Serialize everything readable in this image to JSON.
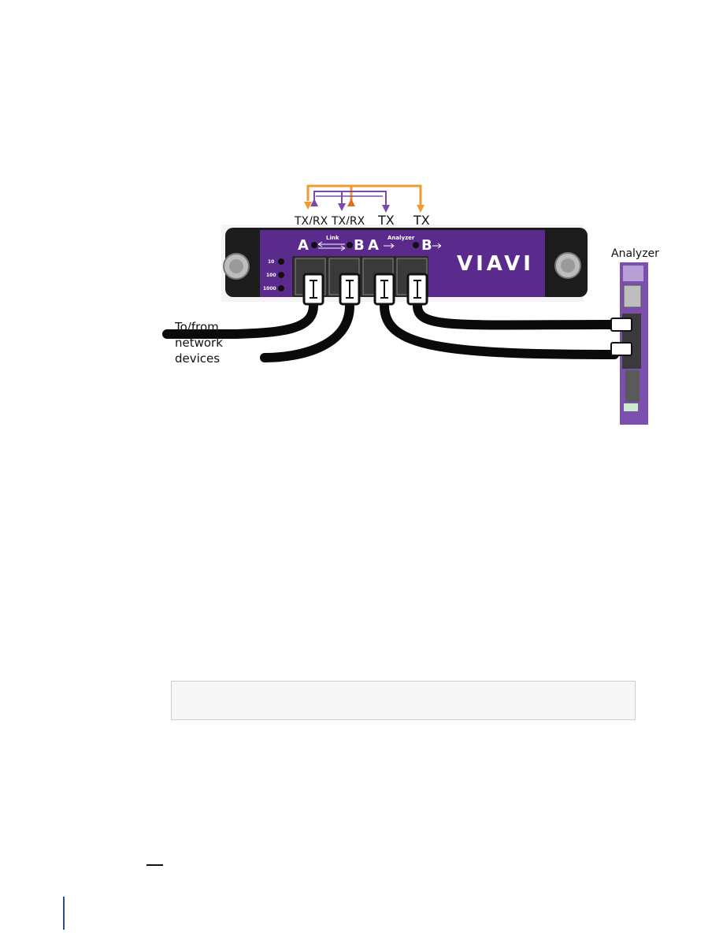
{
  "labels": {
    "port_tx_rx_1": "TX/RX",
    "port_tx_rx_2": "TX/RX",
    "port_tx_1": "TX",
    "port_tx_2": "TX",
    "port_a_link": "A",
    "port_b_link": "B",
    "port_a_analyzer": "A",
    "port_b_analyzer": "B",
    "link_label": "Link",
    "analyzer_label": "Analyzer",
    "speed_10": "10",
    "speed_100": "100",
    "speed_1000": "1000",
    "brand": "VIAVI",
    "analyzer_device": "Analyzer",
    "network_line1": "To/from",
    "network_line2": "network",
    "network_line3": "devices"
  },
  "colors": {
    "module_purple": "#5a2a8c",
    "orange": "#f29a2e",
    "purple_line": "#7a4aa8",
    "cable": "#0a0a0a",
    "footer_rule": "#2c4f86"
  }
}
